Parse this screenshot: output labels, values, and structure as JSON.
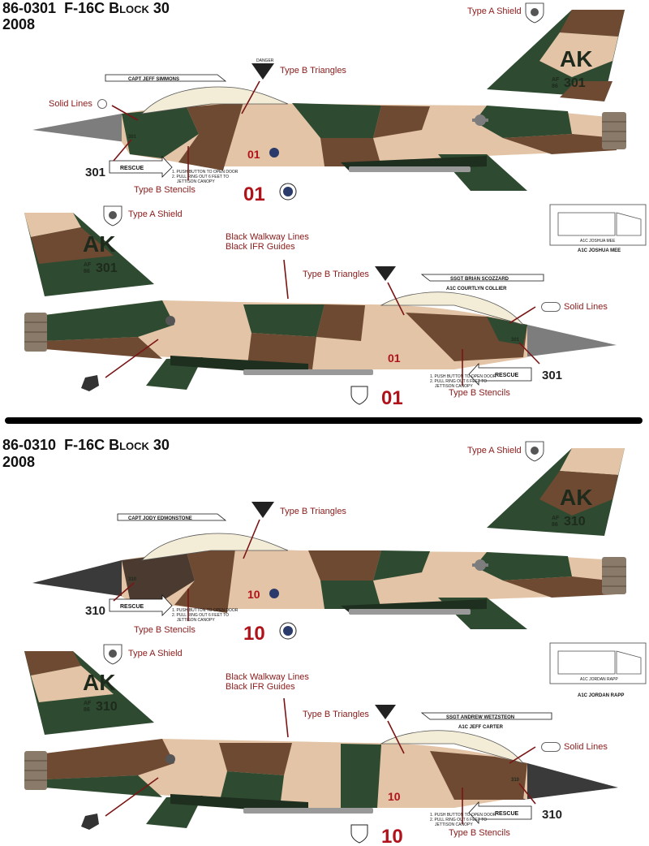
{
  "sections": [
    {
      "serial": "86-0301",
      "model": "F-16C Block 30",
      "year": "2008",
      "tail_code": "AK",
      "tail_sub": "AF",
      "tail_year": "86",
      "tail_number": "301",
      "modex": "01",
      "nose_number": "301",
      "left_name": "CAPT JEFF SIMMONS",
      "right_name": "SSGT BRIAN SCOZZARD",
      "right_crew": "A1C COURTLYN COLLIER",
      "box_crew": "A1C JOSHUA MEE",
      "labels": {
        "triangles": "Type B Triangles",
        "solid": "Solid Lines",
        "stencils": "Type B Stencils",
        "shield": "Type A Shield",
        "walkway1": "Black Walkway Lines",
        "walkway2": "Black IFR Guides"
      }
    },
    {
      "serial": "86-0310",
      "model": "F-16C Block 30",
      "year": "2008",
      "tail_code": "AK",
      "tail_sub": "AF",
      "tail_year": "86",
      "tail_number": "310",
      "modex": "10",
      "nose_number": "310",
      "left_name": "CAPT JODY EDMONSTONE",
      "right_name": "SSGT ANDREW WETZSTEON",
      "right_crew": "A1C JEFF CARTER",
      "box_crew": "A1C JORDAN RAPP",
      "labels": {
        "triangles": "Type B Triangles",
        "solid": "Solid Lines",
        "stencils": "Type B Stencils",
        "shield": "Type A Shield",
        "walkway1": "Black Walkway Lines",
        "walkway2": "Black IFR Guides"
      }
    }
  ],
  "stencil_text": {
    "rescue": "RESCUE",
    "danger": "DANGER",
    "canopy_1": "1. PUSH BUTTON TO OPEN DOOR",
    "canopy_2": "2. PULL RING OUT 6 FEET TO",
    "canopy_3": "JETTISON CANOPY"
  },
  "colors": {
    "green": "#2e4a30",
    "brown": "#6e4a33",
    "tan": "#e3c4a6",
    "grey": "#7d7d7d",
    "label": "#8b1a1a",
    "modex": "#b0121a"
  }
}
